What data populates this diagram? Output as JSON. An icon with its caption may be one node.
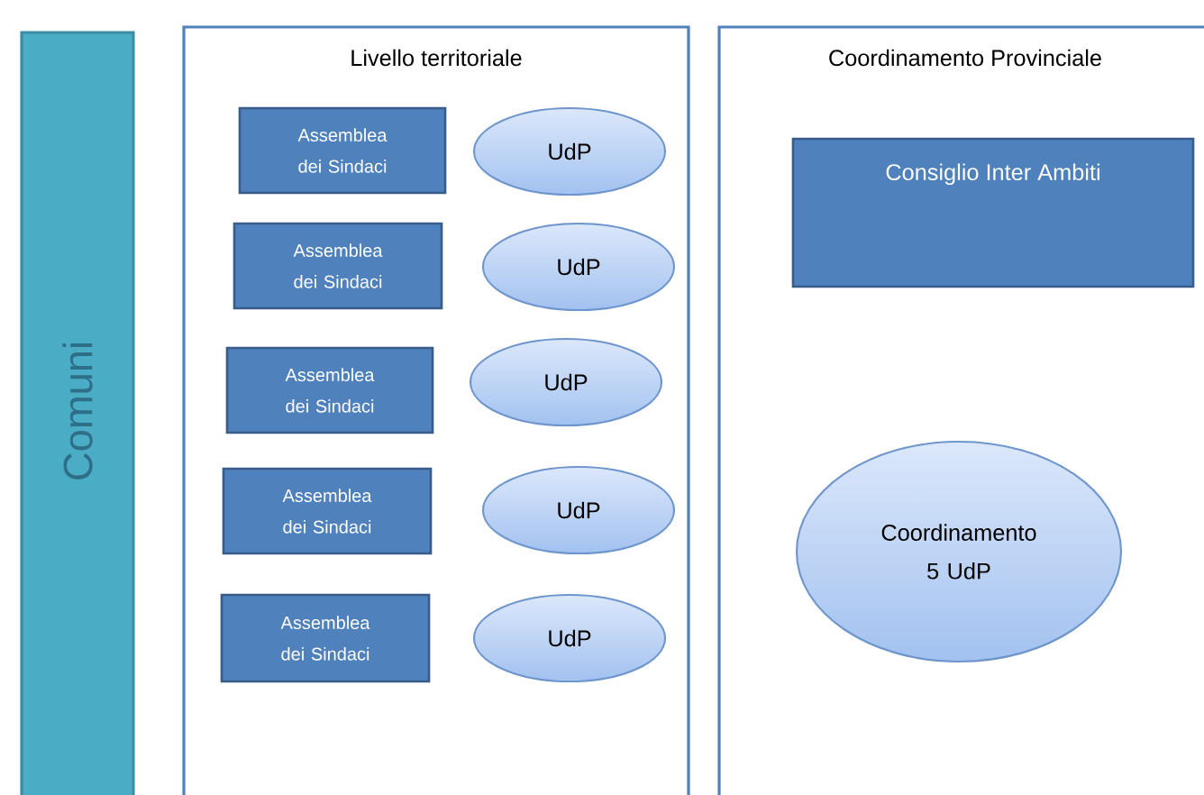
{
  "diagram": {
    "nodes": [
      {
        "text": [
          "Comuni"
        ]
      },
      {
        "text": [
          "Livello territoriale"
        ]
      },
      {
        "text": [
          "Assemblea dei Sindaci"
        ],
        "in": 1
      },
      {
        "text": [
          "UdP"
        ],
        "in": 1
      },
      {
        "text": [
          "Assemblea dei Sindaci"
        ],
        "in": 1
      },
      {
        "text": [
          "UdP"
        ],
        "in": 1
      },
      {
        "text": [
          "Assemblea dei Sindaci"
        ],
        "in": 1
      },
      {
        "text": [
          "UdP"
        ],
        "in": 1
      },
      {
        "text": [
          "Assemblea dei Sindaci"
        ],
        "in": 1
      },
      {
        "text": [
          "UdP"
        ],
        "in": 1
      },
      {
        "text": [
          "Assemblea dei Sindaci"
        ],
        "in": 1
      },
      {
        "text": [
          "UdP"
        ],
        "in": 1
      },
      {
        "text": [
          "Coordinamento Provinciale"
        ]
      },
      {
        "text": [
          "Consiglio Inter Ambiti"
        ],
        "in": 12
      },
      {
        "text": [
          "Coordinamento 5 UdP"
        ],
        "in": 12
      }
    ]
  }
}
